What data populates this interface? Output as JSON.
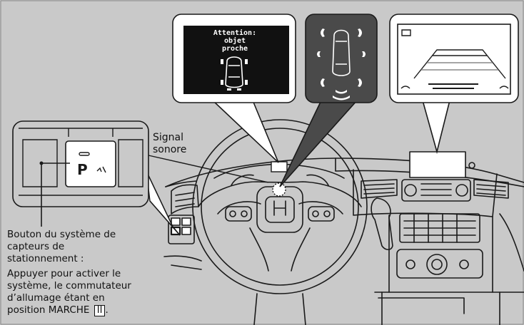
{
  "colors": {
    "background": "#c9c9c9",
    "outline": "#1a1a1a",
    "screen_dark": "#111111",
    "callout_dark": "#4a4a4a",
    "white": "#ffffff"
  },
  "screens": {
    "warning_text_line1": "Attention:",
    "warning_text_line2": "objet",
    "warning_text_line3": "proche"
  },
  "labels": {
    "signal_line1": "Signal",
    "signal_line2": "sonore",
    "button_title_line1": "Bouton du système de",
    "button_title_line2": "capteurs de",
    "button_title_line3": "stationnement :",
    "button_desc_line1": "Appuyer pour activer le",
    "button_desc_line2": "système, le commutateur",
    "button_desc_line3": "d’allumage étant en",
    "button_desc_line4": "position MARCHE",
    "ignition_position": "II"
  },
  "button_icon_text": "P"
}
